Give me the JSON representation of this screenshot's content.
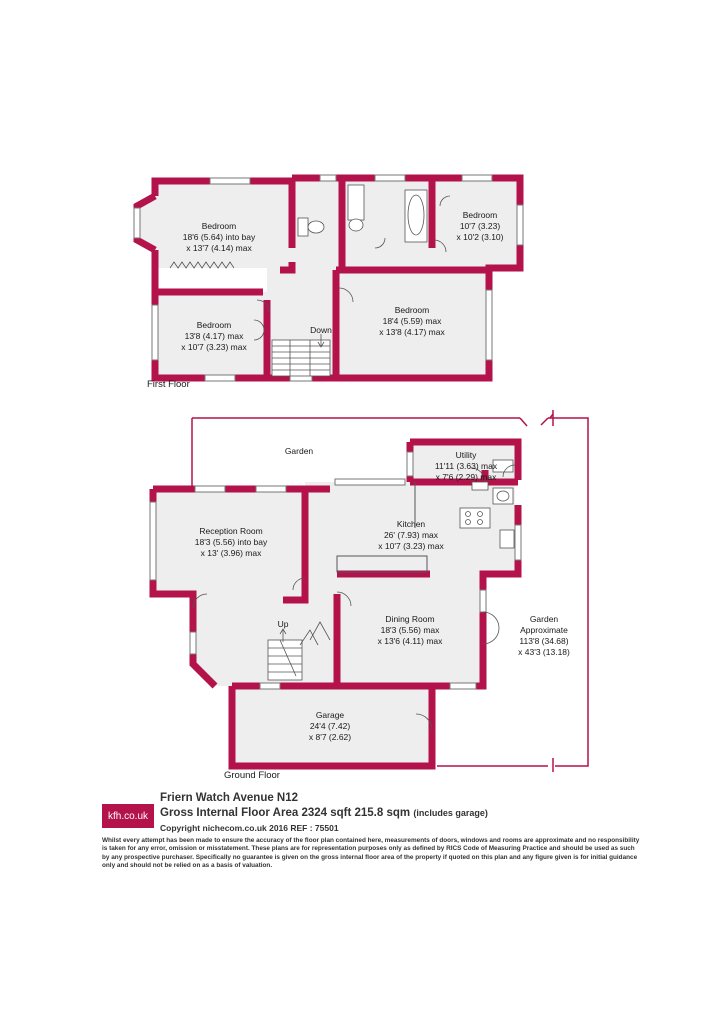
{
  "colors": {
    "wall": "#b3124a",
    "floor": "#eeeeee",
    "fixture": "#ffffff",
    "text": "#1a1a1a"
  },
  "first_floor": {
    "label": "First Floor",
    "down_label": "Down",
    "rooms": [
      {
        "id": "bedroom-1",
        "name": "Bedroom",
        "dims": [
          "18'6 (5.64) into bay",
          "x 13'7 (4.14) max"
        ]
      },
      {
        "id": "bedroom-2",
        "name": "Bedroom",
        "dims": [
          "10'7 (3.23)",
          "x 10'2 (3.10)"
        ]
      },
      {
        "id": "bedroom-3",
        "name": "Bedroom",
        "dims": [
          "13'8 (4.17) max",
          "x 10'7 (3.23) max"
        ]
      },
      {
        "id": "bedroom-4",
        "name": "Bedroom",
        "dims": [
          "18'4 (5.59) max",
          "x 13'8 (4.17) max"
        ]
      }
    ]
  },
  "ground_floor": {
    "label": "Ground Floor",
    "up_label": "Up",
    "garden_top": "Garden",
    "rooms": [
      {
        "id": "utility",
        "name": "Utility",
        "dims": [
          "11'11 (3.63) max",
          "x 7'6 (2.29) max"
        ]
      },
      {
        "id": "kitchen",
        "name": "Kitchen",
        "dims": [
          "26' (7.93) max",
          "x 10'7 (3.23) max"
        ]
      },
      {
        "id": "reception",
        "name": "Reception Room",
        "dims": [
          "18'3 (5.56) into bay",
          "x 13' (3.96) max"
        ]
      },
      {
        "id": "dining",
        "name": "Dining Room",
        "dims": [
          "18'3 (5.56) max",
          "x 13'6 (4.11) max"
        ]
      },
      {
        "id": "garage",
        "name": "Garage",
        "dims": [
          "24'4 (7.42)",
          "x 8'7 (2.62)"
        ]
      },
      {
        "id": "garden",
        "name": "Garden",
        "dims": [
          "Approximate",
          "113'8 (34.68)",
          "x 43'3 (13.18)"
        ]
      }
    ]
  },
  "footer": {
    "logo": "kfh.co.uk",
    "address": "Friern Watch Avenue  N12",
    "area_main": "Gross Internal Floor Area 2324 sqft 215.8 sqm",
    "area_note": "(includes garage)",
    "copyright": "Copyright nichecom.co.uk 2016 REF : 75501",
    "disclaimer": "Whilst every attempt has been made to ensure the accuracy of the floor plan contained here, measurements of doors, windows and rooms are approximate and no responsibility is taken for any error, omission or misstatement. These plans are for representation purposes only as defined by RICS Code of Measuring Practice and should be used as such by any prospective purchaser. Specifically no guarantee is given on the gross internal floor area of the property if quoted on this plan and any figure given is for initial guidance only and should not be relied on as a basis of valuation."
  }
}
